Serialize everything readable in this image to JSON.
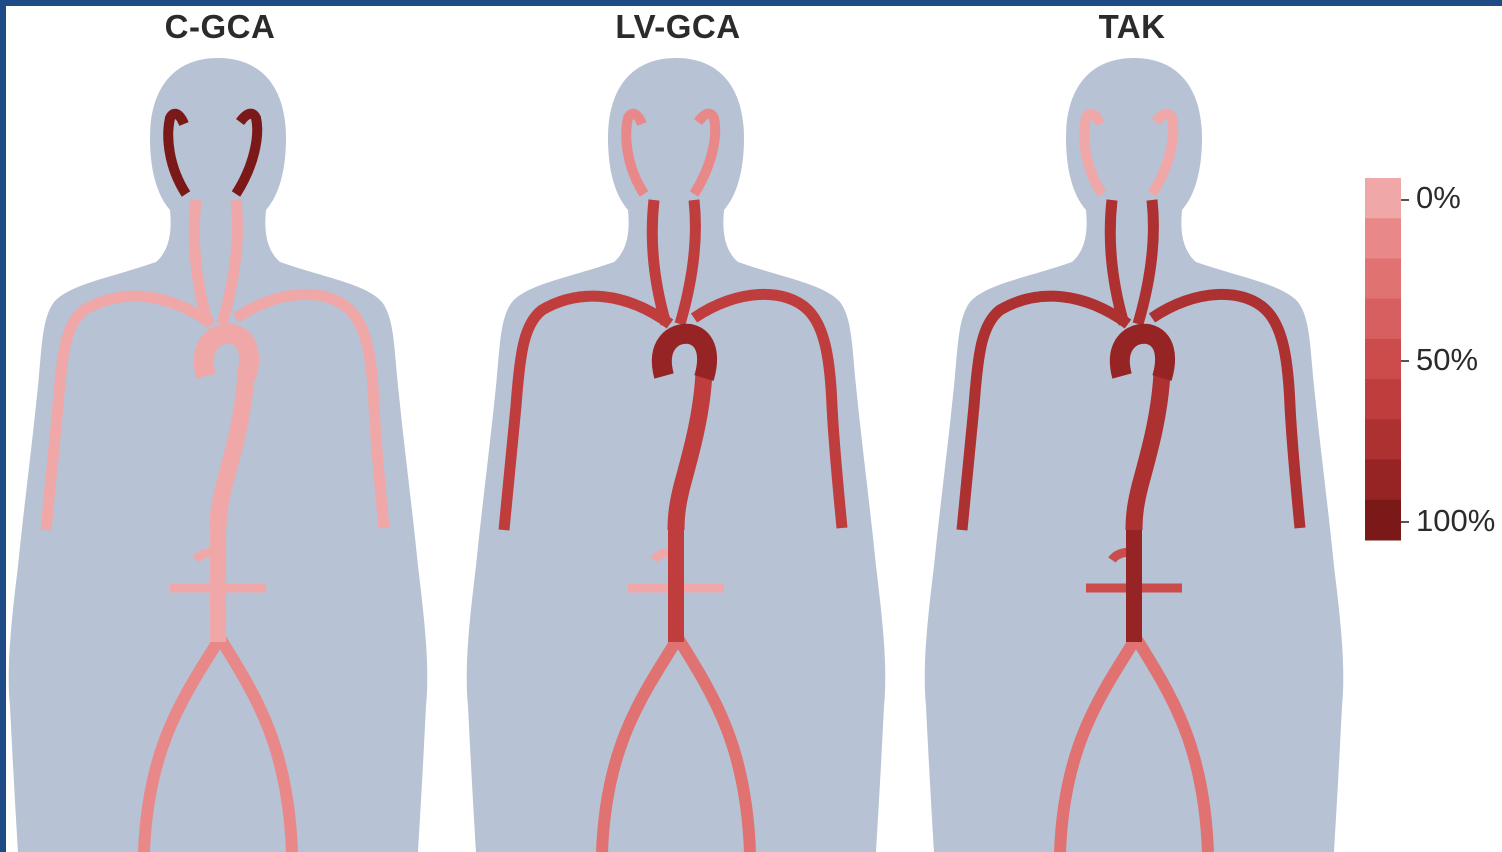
{
  "panels": [
    {
      "id": "c-gca",
      "title": "C-GCA",
      "vessel_involvement": {
        "temporal": 1.0,
        "carotid": 0.05,
        "subclavian_axillary": 0.05,
        "aortic_arch": 0.05,
        "thoracic_aorta": 0.05,
        "abdominal_aorta": 0.05,
        "renal": 0.05,
        "iliac_femoral": 0.08
      }
    },
    {
      "id": "lv-gca",
      "title": "LV-GCA",
      "vessel_involvement": {
        "temporal": 0.15,
        "carotid": 0.6,
        "subclavian_axillary": 0.65,
        "aortic_arch": 0.85,
        "thoracic_aorta": 0.65,
        "abdominal_aorta": 0.65,
        "renal": 0.05,
        "iliac_femoral": 0.2
      }
    },
    {
      "id": "tak",
      "title": "TAK",
      "vessel_involvement": {
        "temporal": 0.0,
        "carotid": 0.7,
        "subclavian_axillary": 0.75,
        "aortic_arch": 0.85,
        "thoracic_aorta": 0.8,
        "abdominal_aorta": 0.85,
        "renal": 0.55,
        "iliac_femoral": 0.2
      }
    }
  ],
  "colors": {
    "body": "#b7c2d4",
    "background": "#ffffff",
    "frame": "#1e4a86",
    "scale": [
      "#f0a7a7",
      "#e98888",
      "#e07272",
      "#d75f5f",
      "#cc4b4b",
      "#bf3d3d",
      "#ad3131",
      "#962424",
      "#7b1818"
    ]
  },
  "scale": {
    "labels": {
      "low": "0%",
      "mid": "50%",
      "high": "100%"
    }
  }
}
